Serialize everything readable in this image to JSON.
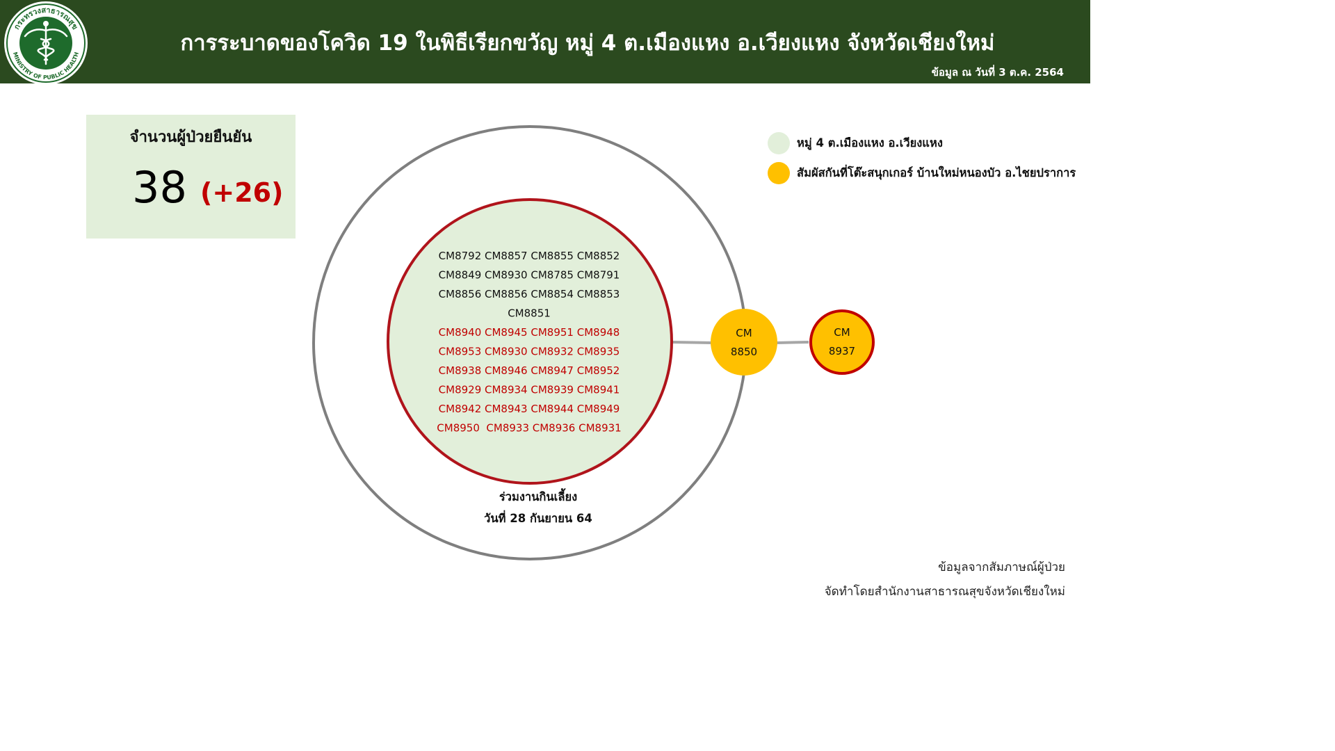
{
  "header": {
    "title": "การระบาดของโควิด 19 ในพิธีเรียกขวัญ หมู่ 4 ต.เมืองแหง อ.เวียงแหง จังหวัดเชียงใหม่",
    "as_of": "ข้อมูล ณ วันที่ 3 ต.ค. 2564",
    "logo": {
      "icon": "ministry-of-public-health-seal-icon",
      "top_text": "กระทรวงสาธารณสุข",
      "bottom_text": "MINISTRY OF PUBLIC HEALTH"
    }
  },
  "summary": {
    "label": "จำนวนผู้ป่วยยืนยัน",
    "total": "38",
    "new": "(+26)"
  },
  "legend": [
    {
      "label": "หมู่ 4 ต.เมืองแหง อ.เวียงแหง",
      "color": "#e2efda"
    },
    {
      "label": "สัมผัสกันที่โต๊ะสนุกเกอร์ บ้านใหม่หนองบัว อ.ไชยปราการ",
      "color": "#ffc000"
    }
  ],
  "cluster": {
    "event_line1": "ร่วมงานกินเลี้ยง",
    "event_line2": "วันที่ 28 กันยายน 64",
    "case_rows": [
      {
        "text": "CM8792 CM8857 CM8855 CM8852",
        "color": "#111111"
      },
      {
        "text": "CM8849 CM8930 CM8785 CM8791",
        "color": "#111111"
      },
      {
        "text": "CM8856 CM8856 CM8854 CM8853",
        "color": "#111111"
      },
      {
        "text": "CM8851",
        "color": "#111111"
      },
      {
        "text": "CM8940 CM8945 CM8951 CM8948",
        "color": "#c00000"
      },
      {
        "text": "CM8953 CM8930 CM8932 CM8935",
        "color": "#c00000"
      },
      {
        "text": "CM8938 CM8946 CM8947 CM8952",
        "color": "#c00000"
      },
      {
        "text": "CM8929 CM8934 CM8939 CM8941",
        "color": "#c00000"
      },
      {
        "text": "CM8942 CM8943 CM8944 CM8949",
        "color": "#c00000"
      },
      {
        "text": "CM8950  CM8933 CM8936 CM8931",
        "color": "#c00000"
      }
    ],
    "colors": {
      "outer_ring": "#7f7f7f",
      "inner_fill": "#e2efda",
      "inner_border": "#b0141b",
      "link": "#a6a6a6"
    }
  },
  "linked_cases": [
    {
      "line1": "CM",
      "line2": "8850",
      "fill": "#ffc000",
      "border": "#ffc000"
    },
    {
      "line1": "CM",
      "line2": "8937",
      "fill": "#ffc000",
      "border": "#c00000"
    }
  ],
  "footer": {
    "source": "ข้อมูลจากสัมภาษณ์ผู้ป่วย",
    "credit": "จัดทำโดยสำนักงานสาธารณสุขจังหวัดเชียงใหม่"
  }
}
